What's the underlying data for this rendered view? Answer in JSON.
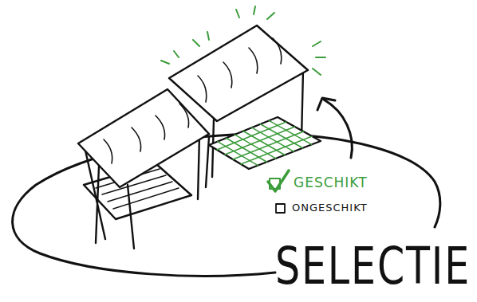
{
  "diagram": {
    "title": "SELECTIE",
    "labels": [
      "GESCHIKT",
      "ONGESCHIKT"
    ]
  }
}
